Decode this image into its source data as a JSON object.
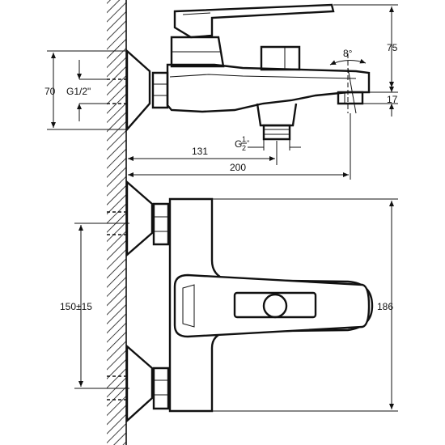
{
  "dimensions": {
    "height_75": "75",
    "height_70": "70",
    "thread_main": "G1/2\"",
    "angle": "8°",
    "height_17": "17",
    "outlet_thread_prefix": "G",
    "outlet_thread_num": "1",
    "outlet_thread_den": "2",
    "outlet_thread_suffix": "\"",
    "length_131": "131",
    "length_200": "200",
    "spacing": "150±15",
    "depth_186": "186"
  }
}
